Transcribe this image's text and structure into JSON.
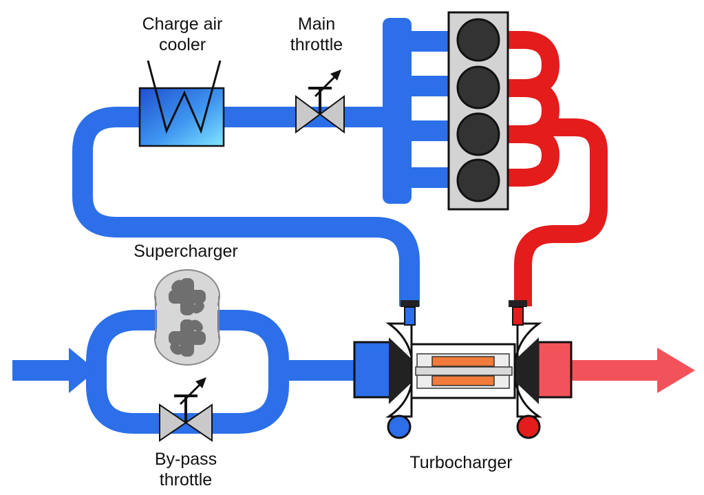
{
  "labels": {
    "charge_air_cooler": "Charge air\ncooler",
    "main_throttle": "Main\nthrottle",
    "supercharger": "Supercharger",
    "bypass_throttle": "By-pass\nthrottle",
    "turbocharger": "Turbocharger"
  },
  "colors": {
    "intake": "#2c6fe8",
    "exhaust": "#e41c1c",
    "exhaust_out": "#f2535a",
    "engine_block": "#d3d3d3",
    "cylinder": "#333333",
    "rotor": "#6f6f6f",
    "rotor_housing": "#d7d7d7",
    "valve": "#c9c9c9",
    "shaft_core": "#f07b3a"
  },
  "icons": [
    "cooler-icon",
    "throttle-valve-icon",
    "supercharger-rotor-icon",
    "turbocharger-icon",
    "engine-block-icon",
    "flow-arrow-icon"
  ]
}
